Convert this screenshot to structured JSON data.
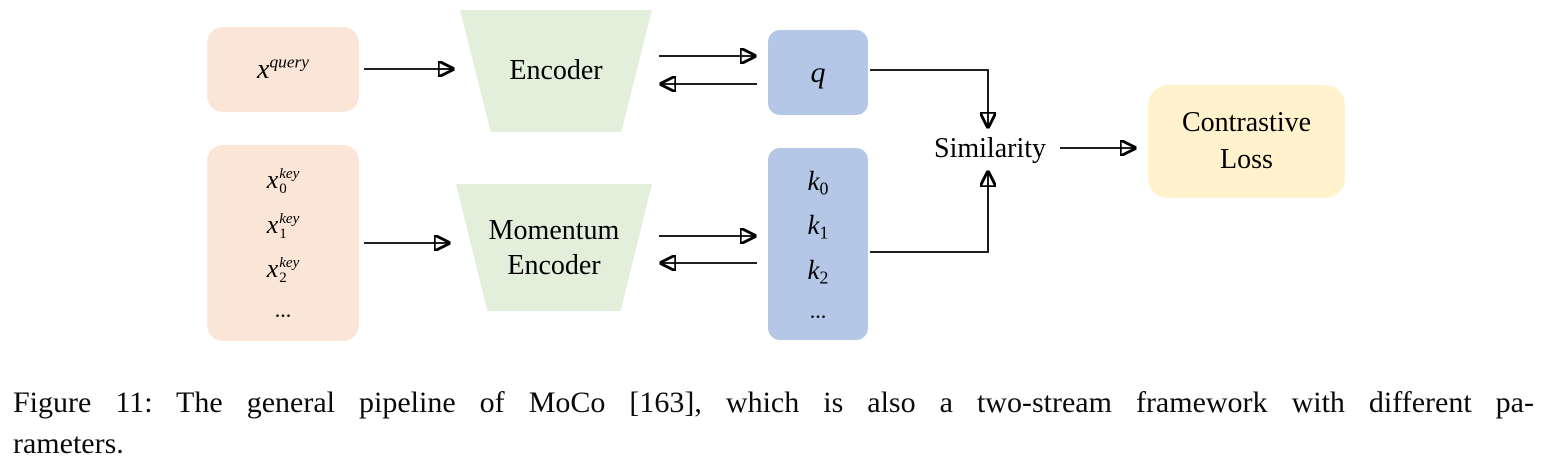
{
  "colors": {
    "peach": "#FBE5D6",
    "green": "#E2EFDA",
    "blue": "#B4C7E7",
    "yellow": "#FFF2CC",
    "line": "#000000"
  },
  "diagram": {
    "query_input": {
      "base": "x",
      "sup": "query"
    },
    "encoder": {
      "label": "Encoder"
    },
    "q_output": {
      "label": "q"
    },
    "key_inputs": {
      "items": [
        {
          "base": "x",
          "sub": "0",
          "sup": "key"
        },
        {
          "base": "x",
          "sub": "1",
          "sup": "key"
        },
        {
          "base": "x",
          "sub": "2",
          "sup": "key"
        }
      ],
      "ellipsis": "..."
    },
    "momentum_encoder": {
      "line1": "Momentum",
      "line2": "Encoder"
    },
    "k_outputs": {
      "items": [
        {
          "base": "k",
          "sub": "0"
        },
        {
          "base": "k",
          "sub": "1"
        },
        {
          "base": "k",
          "sub": "2"
        }
      ],
      "ellipsis": "..."
    },
    "similarity": {
      "label": "Similarity"
    },
    "contrastive_loss": {
      "line1": "Contrastive",
      "line2": "Loss"
    }
  },
  "caption": {
    "line1": "Figure 11: The general pipeline of MoCo [163], which is also a two-stream framework with different pa-",
    "line2": "rameters."
  }
}
